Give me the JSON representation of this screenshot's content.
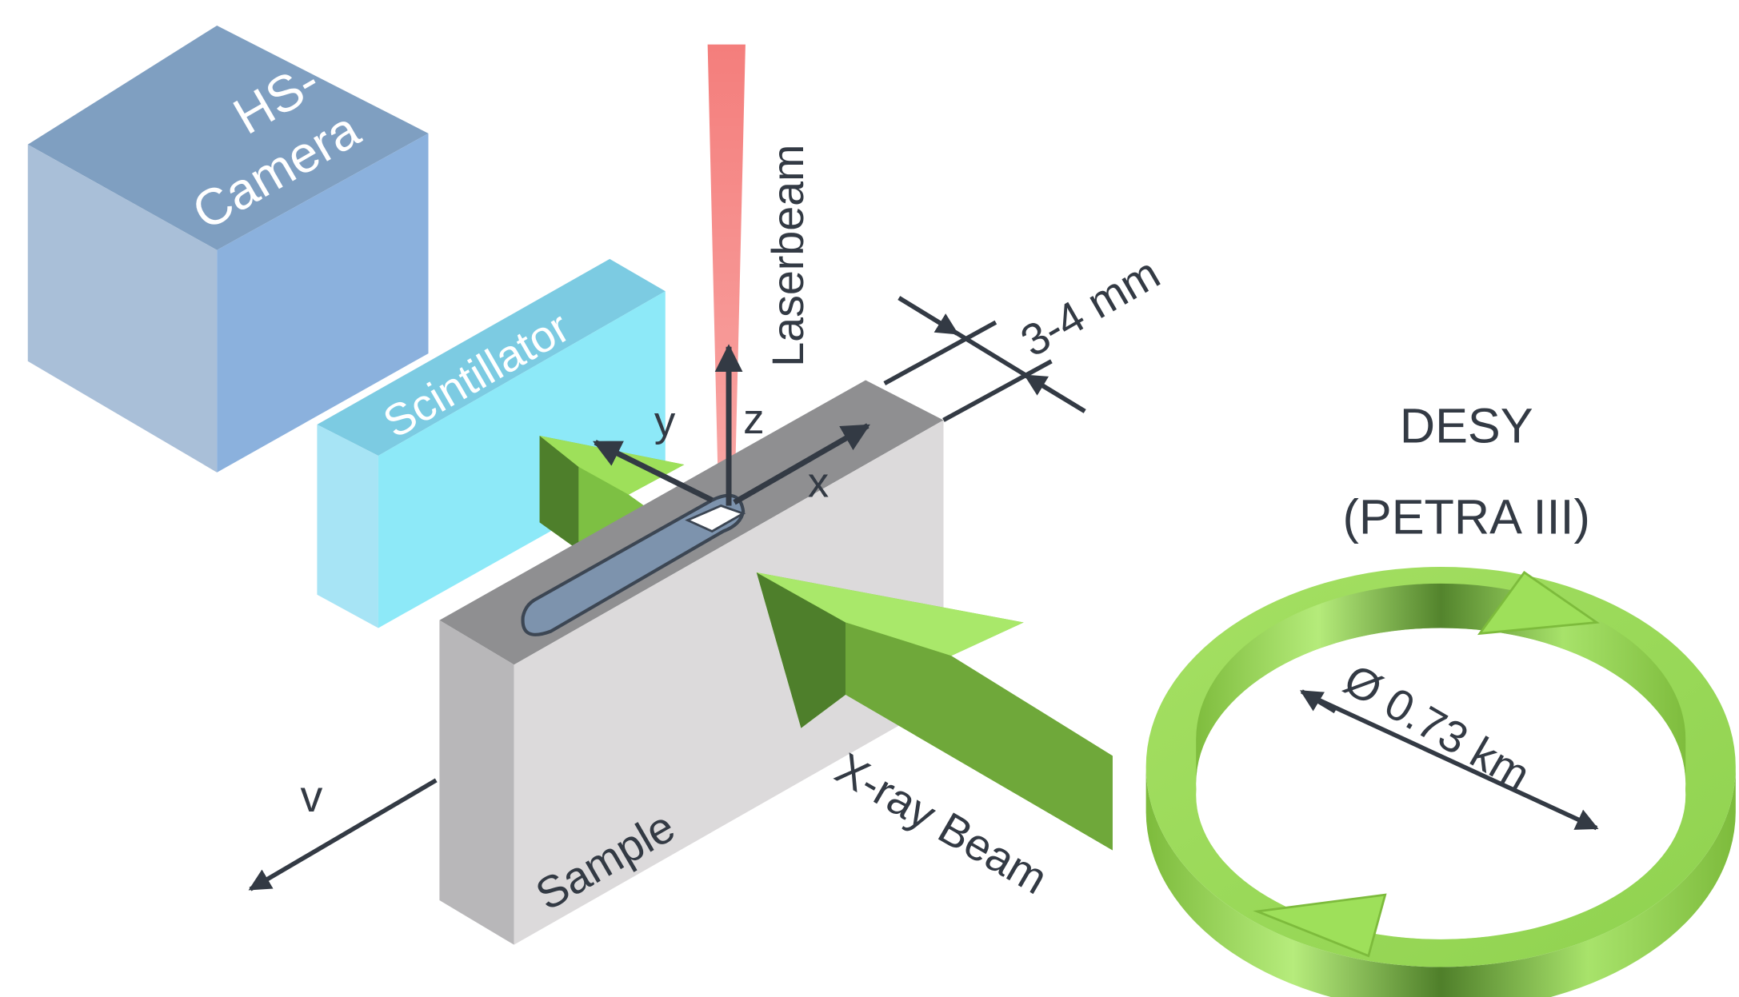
{
  "labels": {
    "camera_line1": "HS-",
    "camera_line2": "Camera",
    "scintillator": "Scintillator",
    "laserbeam": "Laserbeam",
    "thickness": "3-4 mm",
    "axis_x": "x",
    "axis_y": "y",
    "axis_z": "z",
    "velocity": "v",
    "sample": "Sample",
    "xray_beam": "X-ray Beam",
    "desy_line1": "DESY",
    "desy_line2": "(PETRA III)",
    "diameter": "Ø 0.73 km"
  },
  "colors": {
    "camera_light": "#a9bfd8",
    "camera_top": "#7f9fc1",
    "camera_right": "#8bb1dd",
    "scintillator_front": "#a7e4f5",
    "scintillator_top": "#7ccbe2",
    "scintillator_right": "#8de9f8",
    "laser": "#f58a88",
    "sample_front": "#dcdadb",
    "sample_top": "#8f8f91",
    "sample_side": "#b8b7b9",
    "green_light": "#9ee05a",
    "green_mid": "#7dc043",
    "green_dark": "#4e7f2b",
    "ink": "#333a44"
  },
  "icons": {
    "camera": "box-camera-icon",
    "scintillator": "box-scintillator-icon",
    "sample": "box-sample-icon",
    "ring": "storage-ring-icon"
  }
}
